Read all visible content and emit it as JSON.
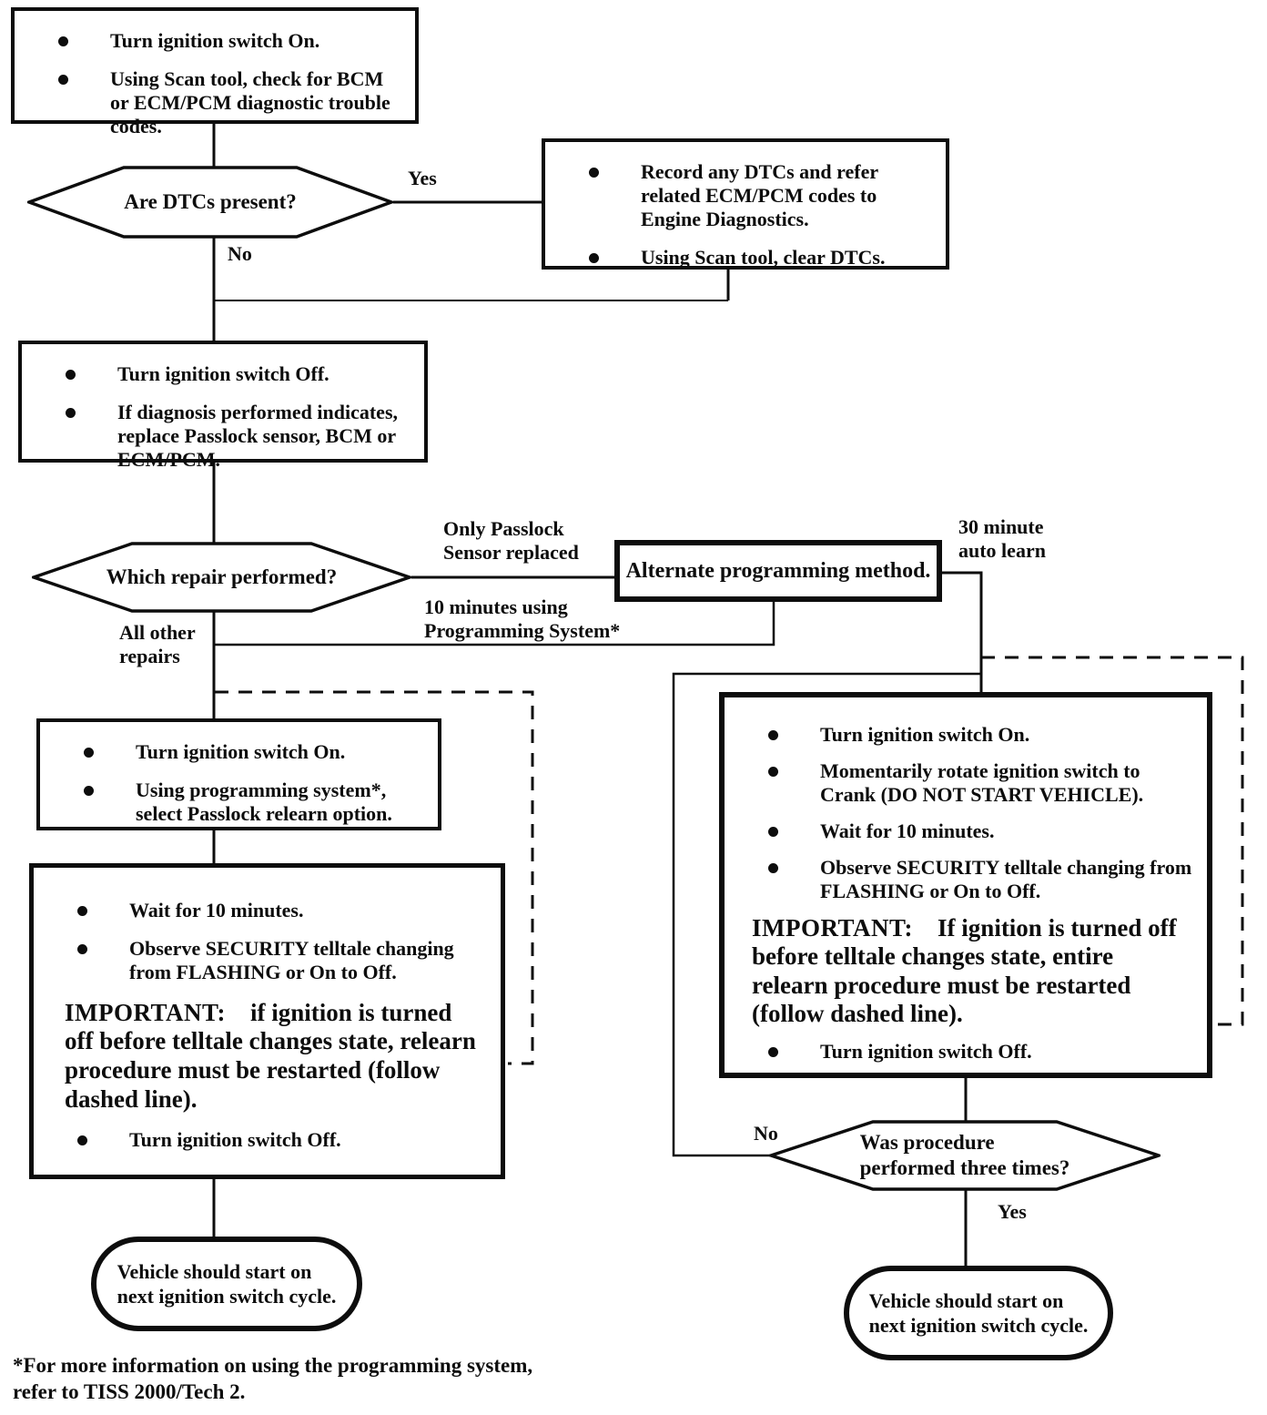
{
  "nodes": {
    "check_codes": {
      "bullets": [
        "Turn ignition switch On.",
        "Using Scan tool, check for BCM or ECM/PCM diagnostic trouble codes."
      ]
    },
    "are_dtcs_present": {
      "question": "Are DTCs present?"
    },
    "record_dtcs": {
      "bullets": [
        "Record any DTCs and refer related ECM/PCM codes to Engine Diagnostics.",
        "Using Scan tool, clear DTCs."
      ]
    },
    "ignition_off_replace": {
      "bullets": [
        "Turn ignition switch Off.",
        "If diagnosis performed indicates, replace Passlock sensor, BCM or ECM/PCM."
      ]
    },
    "which_repair": {
      "question": "Which repair performed?"
    },
    "alternate_method": {
      "label": "Alternate programming method."
    },
    "select_relearn": {
      "bullets": [
        "Turn ignition switch On.",
        "Using programming system*, select Passlock relearn option."
      ]
    },
    "wait_observe_left": {
      "bullets_top": [
        "Wait for 10 minutes.",
        "Observe SECURITY telltale changing from FLASHING or On to Off."
      ],
      "important_label": "IMPORTANT:",
      "important_text": "if ignition is turned off before telltale changes state, relearn procedure must be restarted (follow dashed line).",
      "bullets_bottom": [
        "Turn ignition switch Off."
      ]
    },
    "crank_wait_right": {
      "bullets_top": [
        "Turn ignition switch On.",
        "Momentarily rotate ignition switch to Crank (DO NOT START VEHICLE).",
        "Wait for 10 minutes.",
        "Observe SECURITY telltale changing from FLASHING or On to Off."
      ],
      "important_label": "IMPORTANT:",
      "important_text": "If ignition is turned off before telltale changes state, entire relearn procedure must be restarted (follow dashed line).",
      "bullets_bottom": [
        "Turn ignition switch Off."
      ]
    },
    "three_times": {
      "question": "Was procedure\nperformed three times?"
    },
    "vehicle_start_left": {
      "label": "Vehicle should start on\nnext ignition switch cycle."
    },
    "vehicle_start_right": {
      "label": "Vehicle should start on\nnext ignition switch cycle."
    }
  },
  "edge_labels": {
    "yes_dtcs": "Yes",
    "no_dtcs": "No",
    "only_passlock": "Only Passlock\nSensor replaced",
    "ten_minutes": "10 minutes using\nProgramming System*",
    "all_other": "All other\nrepairs",
    "thirty_minute": "30 minute\nauto learn",
    "no_three": "No",
    "yes_three": "Yes"
  },
  "footnote": "*For more information on using the programming system,\nrefer to TISS 2000/Tech 2.",
  "colors": {
    "ink": "#0d0d0d",
    "background": "#ffffff"
  }
}
